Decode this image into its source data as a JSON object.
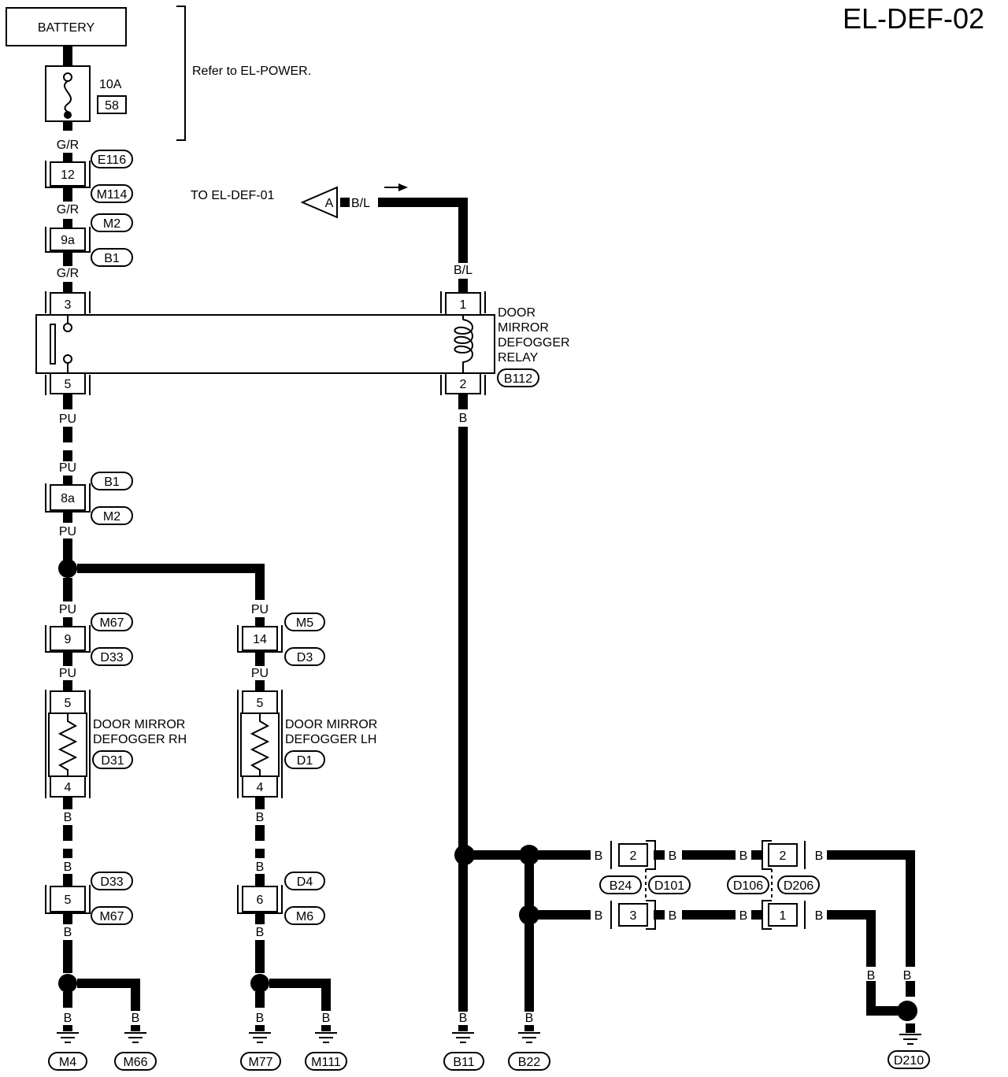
{
  "page_code": "EL-DEF-02",
  "battery_label": "BATTERY",
  "fuse": {
    "rating": "10A",
    "number": "58"
  },
  "power_note": "Refer to EL-POWER.",
  "to_link": {
    "text": "TO EL-DEF-01",
    "letter": "A",
    "wire": "B/L"
  },
  "relay": {
    "name_lines": [
      "DOOR",
      "MIRROR",
      "DEFOGGER",
      "RELAY"
    ],
    "connector": "B112",
    "pins": [
      "3",
      "5",
      "1",
      "2"
    ],
    "in_wire": "B/L",
    "out_wire": "B"
  },
  "colors": {
    "G_R": "G/R",
    "PU": "PU",
    "B": "B"
  },
  "left_chain": [
    {
      "pin": "12",
      "upper": "E116",
      "lower": "M114"
    },
    {
      "pin": "9a",
      "upper": "M2",
      "lower": "B1"
    },
    {
      "pin": "8a",
      "upper": "B1",
      "lower": "M2"
    }
  ],
  "rh": {
    "pre": {
      "pin": "9",
      "upper": "M67",
      "lower": "D33"
    },
    "defogger_lines": [
      "DOOR MIRROR",
      "DEFOGGER RH"
    ],
    "connector": "D31",
    "pins": [
      "5",
      "4"
    ],
    "post": {
      "pin": "5",
      "upper": "D33",
      "lower": "M67"
    },
    "grounds": [
      "M4",
      "M66"
    ]
  },
  "lh": {
    "pre": {
      "pin": "14",
      "upper": "M5",
      "lower": "D3"
    },
    "defogger_lines": [
      "DOOR MIRROR",
      "DEFOGGER LH"
    ],
    "connector": "D1",
    "pins": [
      "5",
      "4"
    ],
    "post": {
      "pin": "6",
      "upper": "D4",
      "lower": "M6"
    },
    "grounds": [
      "M77",
      "M111"
    ]
  },
  "right_section": {
    "conn_a": {
      "top_pin": "2",
      "bottom_pin": "3",
      "left": "B24",
      "right": "D101"
    },
    "conn_b": {
      "top_pin": "2",
      "bottom_pin": "1",
      "left": "D106",
      "right": "D206"
    },
    "grounds": [
      "B11",
      "B22",
      "D210"
    ]
  }
}
